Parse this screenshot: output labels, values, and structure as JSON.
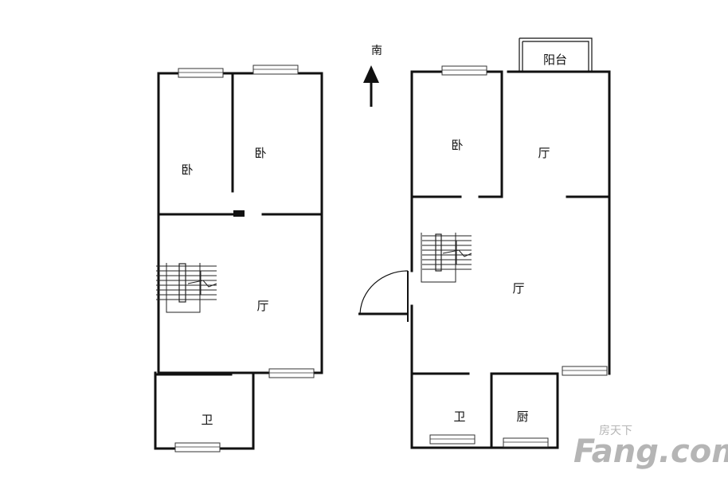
{
  "compass": {
    "label": "南"
  },
  "left_unit": {
    "rooms": {
      "bedroom_left": "卧",
      "bedroom_right": "卧",
      "living": "厅",
      "bathroom": "卫"
    }
  },
  "right_unit": {
    "rooms": {
      "balcony": "阳台",
      "bedroom": "卧",
      "hall_top": "厅",
      "living": "厅",
      "bathroom": "卫",
      "kitchen": "厨"
    }
  },
  "watermark": {
    "brand": "Fang.com",
    "chinese": "房天下"
  }
}
